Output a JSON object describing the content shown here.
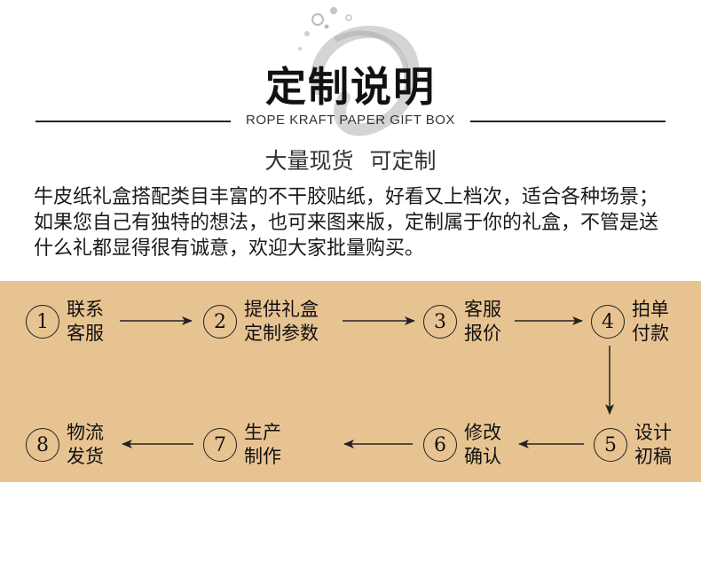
{
  "header": {
    "title": "定制说明",
    "subtitle": "ROPE KRAFT PAPER GIFT BOX",
    "tagline": "大量现货  可定制"
  },
  "description": "牛皮纸礼盒搭配类目丰富的不干胶贴纸，好看又上档次，适合各种场景；如果您自己有独特的想法，也可来图来版，定制属于你的礼盒，不管是送什么礼都显得很有诚意，欢迎大家批量购买。",
  "colors": {
    "band": "#e8c392",
    "ink": "#222222"
  },
  "steps": [
    {
      "number": "1",
      "line1": "联系",
      "line2": "客服"
    },
    {
      "number": "2",
      "line1": "提供礼盒",
      "line2": "定制参数"
    },
    {
      "number": "3",
      "line1": "客服",
      "line2": "报价"
    },
    {
      "number": "4",
      "line1": "拍单",
      "line2": "付款"
    },
    {
      "number": "5",
      "line1": "设计",
      "line2": "初稿"
    },
    {
      "number": "6",
      "line1": "修改",
      "line2": "确认"
    },
    {
      "number": "7",
      "line1": "生产",
      "line2": "制作"
    },
    {
      "number": "8",
      "line1": "物流",
      "line2": "发货"
    }
  ]
}
